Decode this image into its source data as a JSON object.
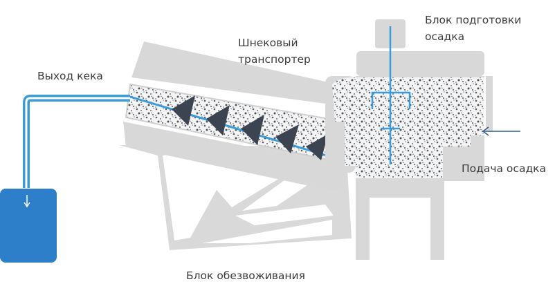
{
  "labels": {
    "screw_conveyor": [
      "Шнековый",
      "транспортер"
    ],
    "cake_outlet": "Выход кека",
    "sludge_prep_unit": [
      "Блок подготовки",
      "осадка"
    ],
    "sludge_feed": "Подача осадка",
    "dewatering_unit": "Блок обезвоживания"
  },
  "colors": {
    "housing": "#dcdcdc",
    "housing_dark": "#cfcfcf",
    "sludge_fill": "#f4f4f4",
    "sludge_dots": "#555a60",
    "pipe_blue": "#3a9bd9",
    "tank_blue": "#2d7fc9",
    "screw_dark": "#3b4450",
    "arrow": "#2c5f8a"
  },
  "icons": [
    "arrow-right-icon",
    "arrow-down-icon"
  ]
}
